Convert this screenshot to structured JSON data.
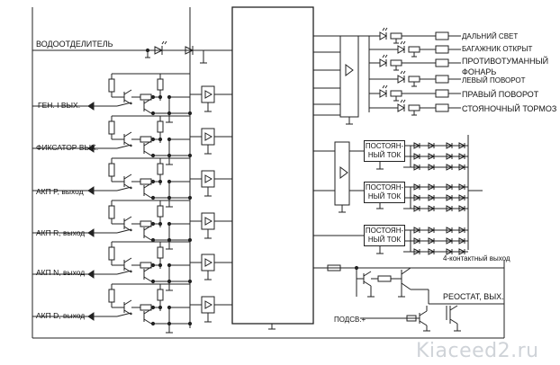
{
  "left_labels": [
    "ВОДООТДЕЛИТЕЛЬ",
    "ГЕН. I ВЫХ.",
    "ФИКСАТОР ВЫХ.",
    "АКП P, выход",
    "АКП R, выход",
    "АКП N, выход",
    "АКП D, выход"
  ],
  "right_labels": [
    "ДАЛЬНИЙ СВЕТ",
    "БАГАЖНИК ОТКРЫТ",
    "ПРОТИВОТУМАННЫЙ",
    "ФОНАРЬ",
    "ЛЕВЫЙ ПОВОРОТ",
    "ПРАВЫЙ ПОВОРОТ",
    "СТОЯНОЧНЫЙ ТОРМОЗ"
  ],
  "current_sources": [
    {
      "line1": "ПОСТОЯН-",
      "line2": "НЫЙ ТОК"
    },
    {
      "line1": "ПОСТОЯН-",
      "line2": "НЫЙ ТОК"
    },
    {
      "line1": "ПОСТОЯН-",
      "line2": "НЫЙ ТОК"
    }
  ],
  "bottom_labels": {
    "four_pin": "4-контактный выход",
    "rheostat": "РЕОСТАТ, ВЫХ.",
    "backlight": "ПОДСВ.+"
  },
  "watermark": "Kiaceed2.ru"
}
